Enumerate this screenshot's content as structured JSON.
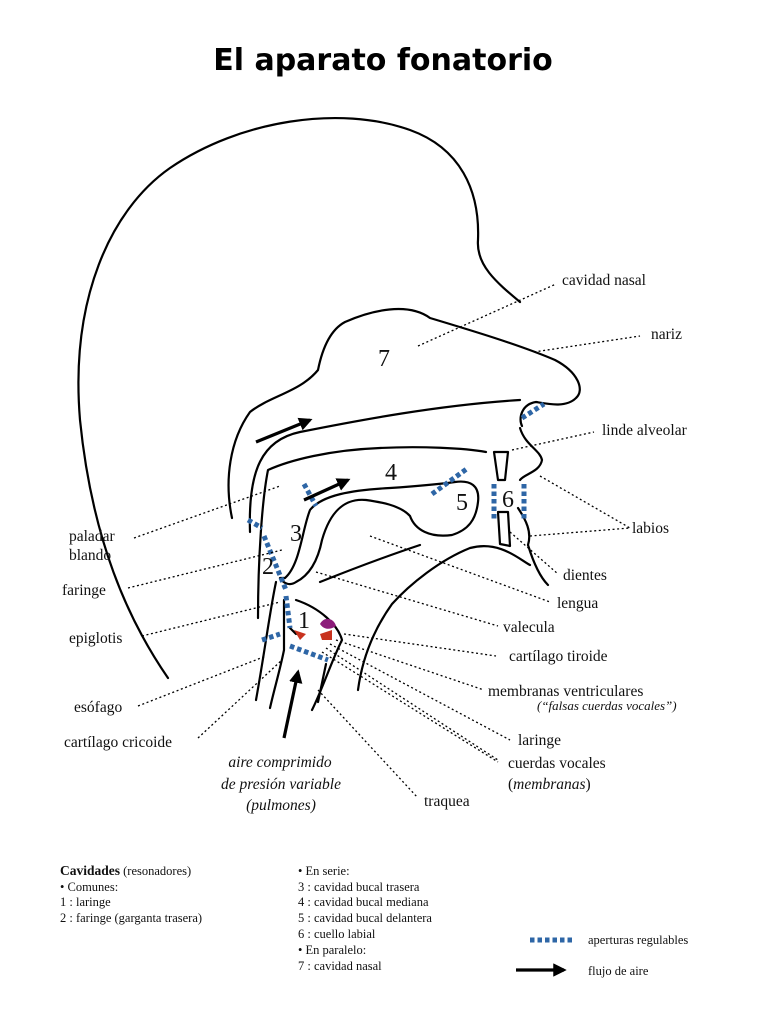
{
  "title": "El aparato fonatorio",
  "colors": {
    "outline": "#000000",
    "aperture": "#2e66a6",
    "red_band": "#c8321e",
    "purple_mark": "#8c1c7a"
  },
  "cavity_numbers": [
    "1",
    "2",
    "3",
    "4",
    "5",
    "6",
    "7"
  ],
  "labels": {
    "cavidad_nasal": "cavidad nasal",
    "nariz": "nariz",
    "linde_alveolar": "linde alveolar",
    "labios": "labios",
    "dientes": "dientes",
    "lengua": "lengua",
    "valecula": "valecula",
    "cartilago_tiroide": "cartílago tiroide",
    "membranas_ventriculares": "membranas ventriculares",
    "falsas_cuerdas": "(“falsas cuerdas vocales”)",
    "laringe": "laringe",
    "cuerdas_vocales": "cuerdas vocales",
    "cuerdas_open": "(",
    "membranas": "membranas",
    "cuerdas_close": ")",
    "traquea": "traquea",
    "paladar_blando_1": "paladar",
    "paladar_blando_2": "blando",
    "faringe": "faringe",
    "epiglotis": "epiglotis",
    "esofago": "esófago",
    "cartilago_cricoide": "cartílago cricoide",
    "aire_1": "aire comprimido",
    "aire_2": "de presión variable",
    "aire_3": "(pulmones)"
  },
  "legend": {
    "heading_bold": "Cavidades",
    "heading_rest": " (resonadores)",
    "left_items": [
      "• Comunes:",
      "1 : laringe",
      "2 : faringe (garganta trasera)"
    ],
    "right_items": [
      "• En serie:",
      "3 : cavidad bucal trasera",
      "4 : cavidad bucal mediana",
      "5 : cavidad bucal delantera",
      "6 : cuello labial",
      "• En paralelo:",
      "7 : cavidad nasal"
    ],
    "key_aperture": "aperturas regulables",
    "key_flow": "flujo de aire"
  }
}
